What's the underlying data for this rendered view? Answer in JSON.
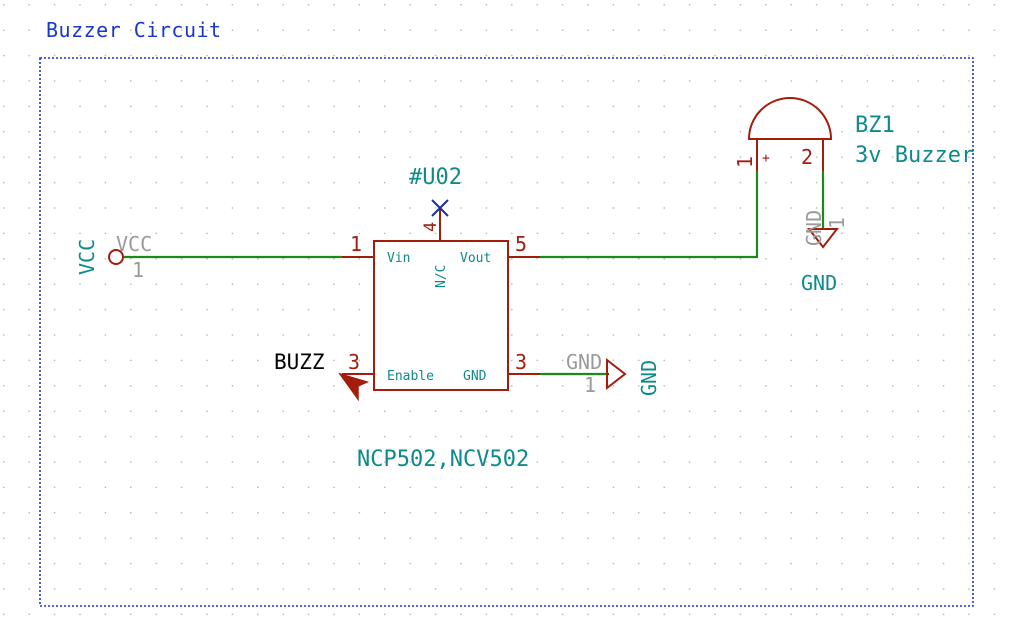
{
  "sheet": {
    "title": "Buzzer Circuit",
    "frame_color": "#1a37c8"
  },
  "colors": {
    "wire": "#1a8a1a",
    "component": "#a31d0d",
    "reference": "#0f8a8a",
    "power_pin_text": "#9a9a9a",
    "no_connect": "#1a2f9a",
    "grid": "#b0b0b0"
  },
  "regulator": {
    "reference": "#U02",
    "value": "NCP502,NCV502",
    "pins": {
      "vin": {
        "number": "1",
        "name": "Vin"
      },
      "nc": {
        "number": "4",
        "name": "N/C"
      },
      "vout": {
        "number": "5",
        "name": "Vout"
      },
      "enable": {
        "number": "3",
        "name": "Enable"
      },
      "gnd": {
        "number": "3",
        "name": "GND"
      }
    }
  },
  "buzzer": {
    "reference": "BZ1",
    "value": "3v Buzzer",
    "pin1": "1",
    "pin2": "2",
    "pin1_polarity": "+"
  },
  "power": {
    "vcc": {
      "label": "VCC",
      "pin_name": "VCC",
      "pin_number": "1"
    },
    "gnd_regulator": {
      "label": "GND",
      "pin_name": "GND",
      "pin_number": "1"
    },
    "gnd_buzzer": {
      "label": "GND",
      "pin_name": "GND",
      "pin_number": "1"
    }
  },
  "labels": {
    "buzz": "BUZZ"
  }
}
